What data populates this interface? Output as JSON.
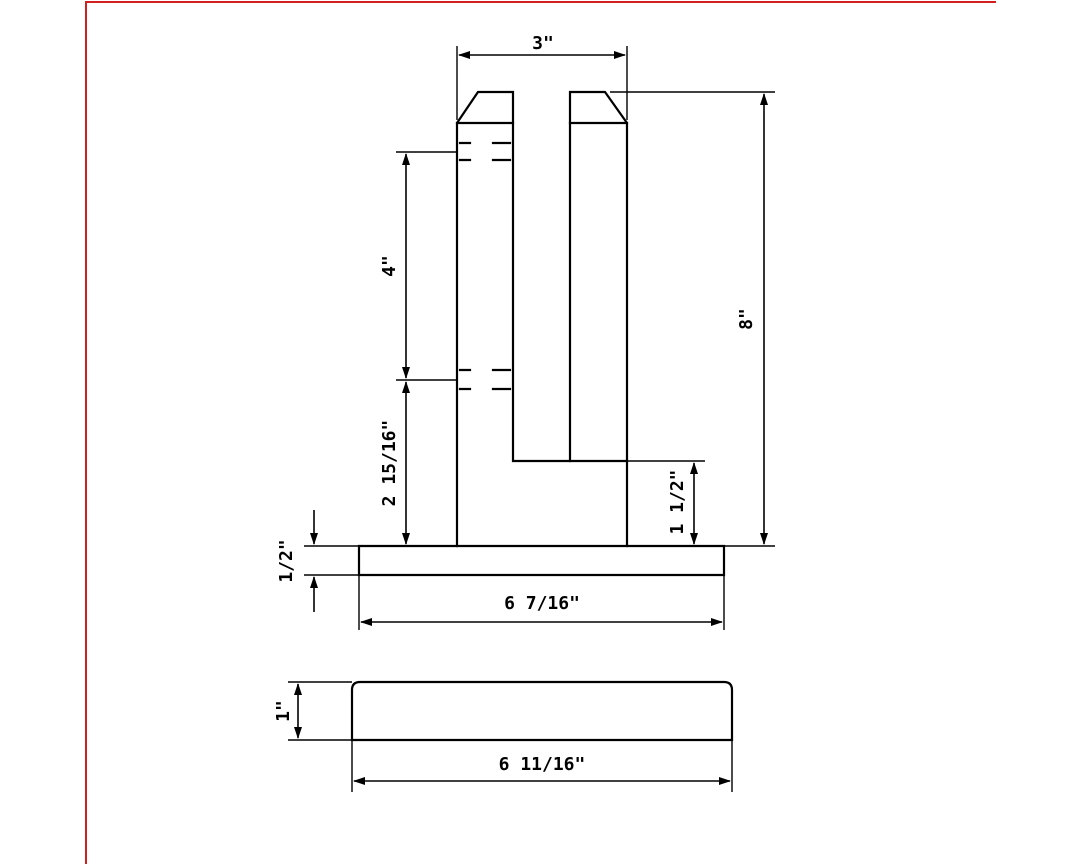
{
  "diagram": {
    "dimensions": {
      "top_width": "3\"",
      "overall_height": "8\"",
      "slot_height": "4\"",
      "lower_height": "2 15/16\"",
      "inner_step": "1 1/2\"",
      "base_thickness": "1/2\"",
      "base_length": "6 7/16\"",
      "block_thickness": "1\"",
      "block_length": "6 11/16\""
    },
    "colors": {
      "border": "#d21f1f",
      "line": "#000000"
    }
  }
}
